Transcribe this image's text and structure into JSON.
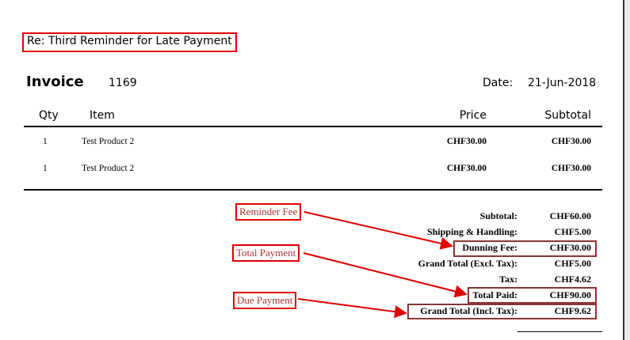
{
  "subject": "Re: Third Reminder for Late Payment",
  "invoice": {
    "label": "Invoice",
    "number": "1169",
    "date_label": "Date:",
    "date": "21-Jun-2018"
  },
  "table": {
    "headers": [
      "Qty",
      "Item",
      "Price",
      "Subtotal"
    ],
    "rows": [
      {
        "qty": "1",
        "item": "Test Product 2",
        "price": "CHF30.00",
        "subtotal": "CHF30.00"
      },
      {
        "qty": "1",
        "item": "Test Product 2",
        "price": "CHF30.00",
        "subtotal": "CHF30.00"
      }
    ]
  },
  "summary": [
    {
      "label": "Subtotal:",
      "value": "CHF60.00"
    },
    {
      "label": "Shipping & Handling:",
      "value": "CHF5.00"
    },
    {
      "label": "Dunning Fee:",
      "value": "CHF30.00"
    },
    {
      "label": "Grand Total (Excl. Tax):",
      "value": "CHF5.00"
    },
    {
      "label": "Tax:",
      "value": "CHF4.62"
    },
    {
      "label": "Total Paid:",
      "value": "CHF90.00"
    },
    {
      "label": "Grand Total (Incl. Tax):",
      "value": "CHF9.62"
    }
  ],
  "annotations": {
    "reminder_fee": "Reminder Fee",
    "total_payment": "Total Payment",
    "due_payment": "Due Payment"
  },
  "colors": {
    "annotation": "#e00000",
    "highlight": "#8b3535"
  }
}
